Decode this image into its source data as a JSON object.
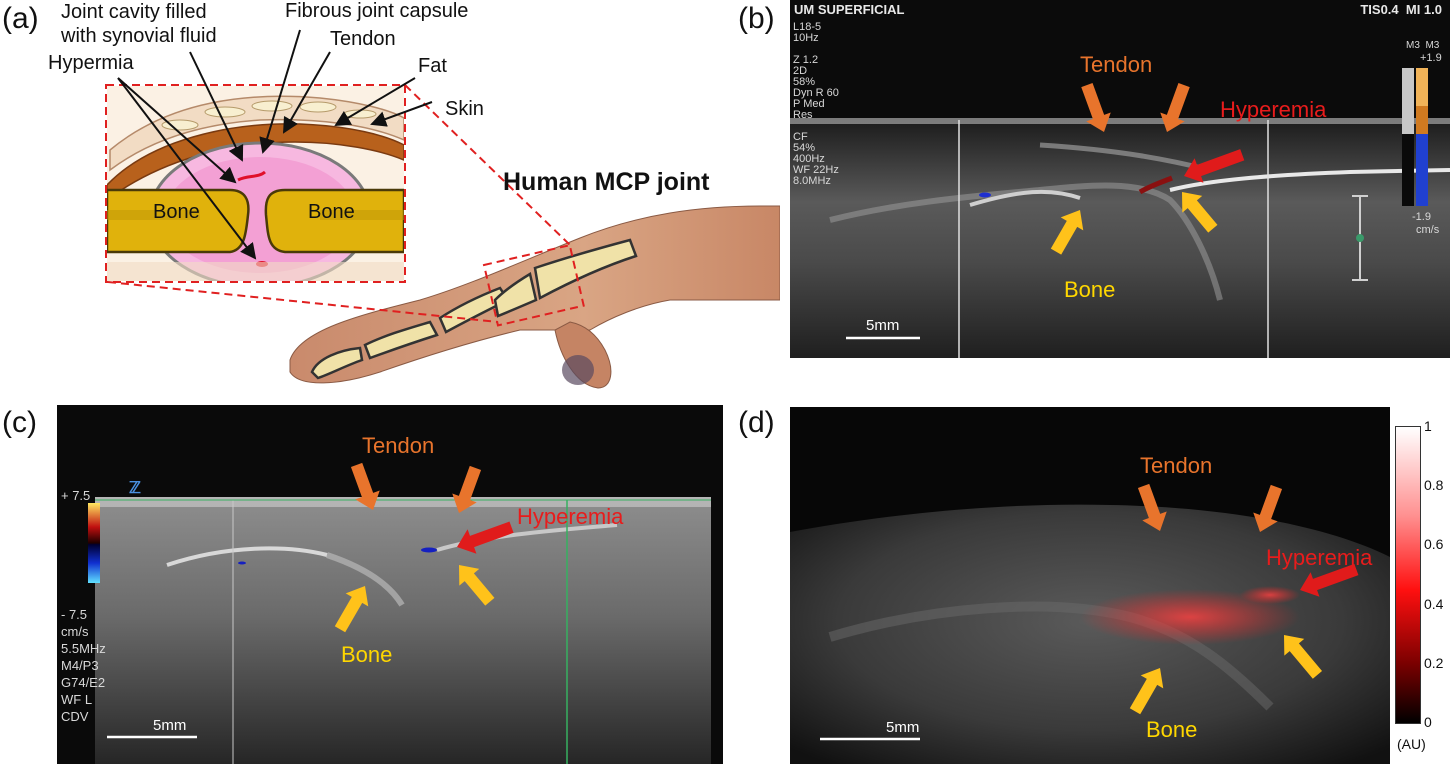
{
  "panels": {
    "a": {
      "tag": "(a)",
      "labels": {
        "cavity": "Joint cavity filled\nwith synovial fluid",
        "capsule": "Fibrous joint capsule",
        "tendon": "Tendon",
        "fat": "Fat",
        "skin": "Skin",
        "hyper": "Hypermia",
        "bone_left": "Bone",
        "bone_right": "Bone",
        "title": "Human MCP joint"
      }
    },
    "b": {
      "tag": "(b)",
      "header_left": "UM SUPERFICIAL",
      "header_right": "TIS0.4  MI 1.0",
      "params": [
        "L18-5",
        "10Hz",
        "",
        "Z 1.2",
        "2D",
        "58%",
        "Dyn R 60",
        "P Med",
        "Res",
        "",
        "CF",
        "54%",
        "400Hz",
        "WF  22Hz",
        "8.0MHz"
      ],
      "colorbar_top_labels": "M3  M3",
      "colorbar_max": "+1.9",
      "colorbar_min": "-1.9",
      "colorbar_unit": "cm/s",
      "tendon": "Tendon",
      "hyper": "Hyperemia",
      "bone": "Bone",
      "scale": "5mm"
    },
    "c": {
      "tag": "(c)",
      "params": [
        "+ 7.5",
        "",
        "",
        "",
        "",
        "",
        "",
        "- 7.5",
        "cm/s",
        "5.5MHz",
        "M4/P3",
        "G74/E2",
        "WF L",
        "CDV"
      ],
      "tendon": "Tendon",
      "hyper": "Hyperemia",
      "bone": "Bone",
      "scale": "5mm"
    },
    "d": {
      "tag": "(d)",
      "tendon": "Tendon",
      "hyper": "Hyperemia",
      "bone": "Bone",
      "scale": "5mm",
      "colorbar_ticks": [
        "1",
        "0.8",
        "0.6",
        "0.4",
        "0.2",
        "0"
      ],
      "colorbar_unit": "(AU)"
    }
  },
  "colors": {
    "tendon_arrow": "#e8742c",
    "bone_arrow": "#ffc21a",
    "hyper_arrow": "#e01b1b",
    "dashed_box": "#e02020"
  }
}
